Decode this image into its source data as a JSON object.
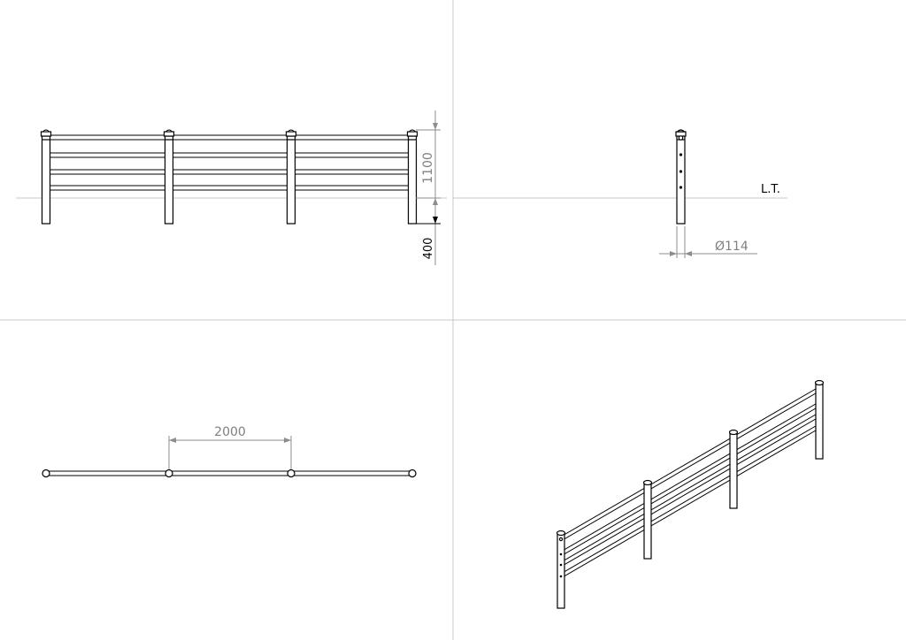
{
  "colors": {
    "outline": "#000000",
    "dimension": "#8c8c8c",
    "divider": "#c8c8c8"
  },
  "front_view": {
    "height_dim": "1100",
    "embed_dim": "400"
  },
  "side_view": {
    "ground_label": "L.T.",
    "diameter_dim": "Ø114"
  },
  "top_view": {
    "spacing_dim": "2000"
  }
}
